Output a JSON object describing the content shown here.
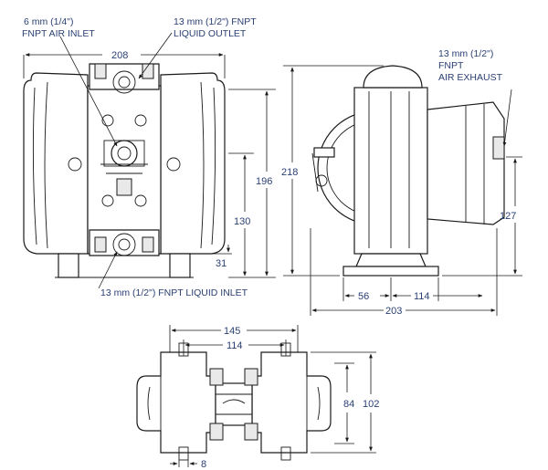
{
  "labels": {
    "air_inlet": [
      "6 mm (1/4\")",
      "FNPT AIR INLET"
    ],
    "liquid_outlet": [
      "13 mm (1/2\") FNPT",
      "LIQUID OUTLET"
    ],
    "air_exhaust": [
      "13 mm (1/2\")",
      "FNPT",
      "AIR EXHAUST"
    ],
    "liquid_inlet": "13 mm (1/2\") FNPT LIQUID INLET"
  },
  "dimensions": {
    "front_width": "208",
    "front_height": "196",
    "front_inlet_height": "130",
    "front_base": "31",
    "side_height": "218",
    "side_exhaust_height": "127",
    "side_base_offset": "56",
    "side_base_width": "114",
    "side_depth": "203",
    "bottom_outer": "145",
    "bottom_inner": "114",
    "bottom_height_inner": "84",
    "bottom_height_outer": "102",
    "bottom_slot": "8"
  }
}
